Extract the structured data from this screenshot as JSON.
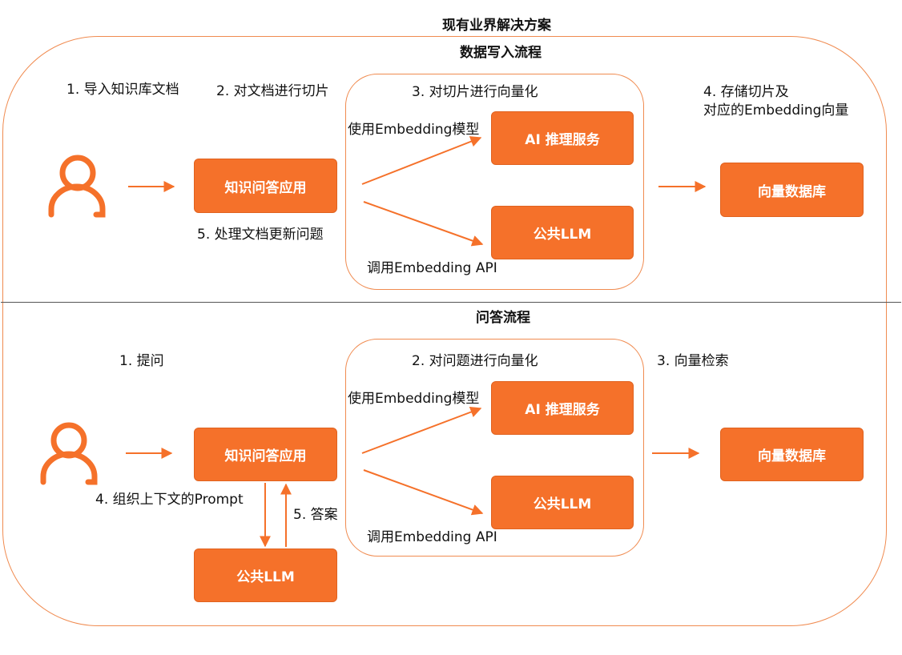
{
  "page": {
    "title": "现有业界解决方案",
    "colors": {
      "accent": "#F5712A",
      "border": "#F08B50",
      "text": "#111111"
    }
  },
  "write_flow": {
    "title": "数据写入流程",
    "step1": "1. 导入知识库文档",
    "step2": "2. 对文档进行切片",
    "step3": "3. 对切片进行向量化",
    "step4_line1": "4. 存储切片及",
    "step4_line2": "对应的Embedding向量",
    "step5": "5. 处理文档更新问题",
    "use_model": "使用Embedding模型",
    "call_api": "调用Embedding API",
    "boxes": {
      "app": "知识问答应用",
      "ai": "AI 推理服务",
      "llm": "公共LLM",
      "db": "向量数据库"
    },
    "user_icon": "user-icon"
  },
  "qa_flow": {
    "title": "问答流程",
    "step1": "1. 提问",
    "step2": "2. 对问题进行向量化",
    "step3": "3. 向量检索",
    "step4": "4. 组织上下文的Prompt",
    "step5": "5. 答案",
    "use_model": "使用Embedding模型",
    "call_api": "调用Embedding API",
    "boxes": {
      "app": "知识问答应用",
      "ai": "AI 推理服务",
      "llm": "公共LLM",
      "db": "向量数据库",
      "llm_answer": "公共LLM"
    },
    "user_icon": "user-icon"
  }
}
